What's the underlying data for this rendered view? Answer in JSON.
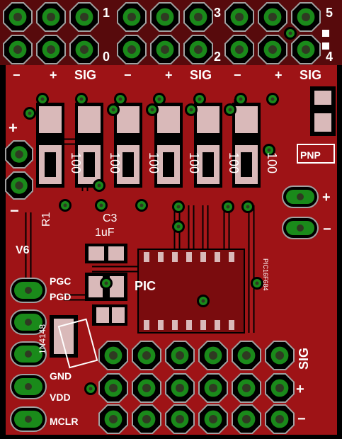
{
  "board": {
    "colors": {
      "background": "#000000",
      "copper": "#9e1316",
      "copper_dark": "#7a0c0e",
      "trace": "#a8171a",
      "pad_ring": "#a0a0a0",
      "pad_green": "#1a8a1a",
      "pad_hole": "#2f3a22",
      "silk": "#ffffff",
      "smd_pad": "#d9b9b9"
    },
    "channel_numbers": [
      "1",
      "0",
      "3",
      "2",
      "5",
      "4"
    ],
    "header_labels": {
      "minus": "−",
      "plus": "+",
      "sig": "SIG"
    },
    "resistor_values": [
      "100",
      "100",
      "100",
      "100",
      "100",
      "100"
    ],
    "r1_label": "R1",
    "c3_label": "C3",
    "c3_value": "1uF",
    "v6_label": "V6",
    "pic_label": "PIC",
    "chip_marking": "PIC16F684",
    "pnp_label": "PNP",
    "power_plus": "+",
    "power_minus": "−",
    "left_plus": "+",
    "left_minus": "−",
    "prog_pins": [
      "PGC",
      "PGD",
      "GND",
      "VDD",
      "MCLR"
    ],
    "bottom_labels": {
      "sig": "SIG",
      "plus": "+",
      "minus": "−"
    },
    "diode_label": "1N4148"
  }
}
